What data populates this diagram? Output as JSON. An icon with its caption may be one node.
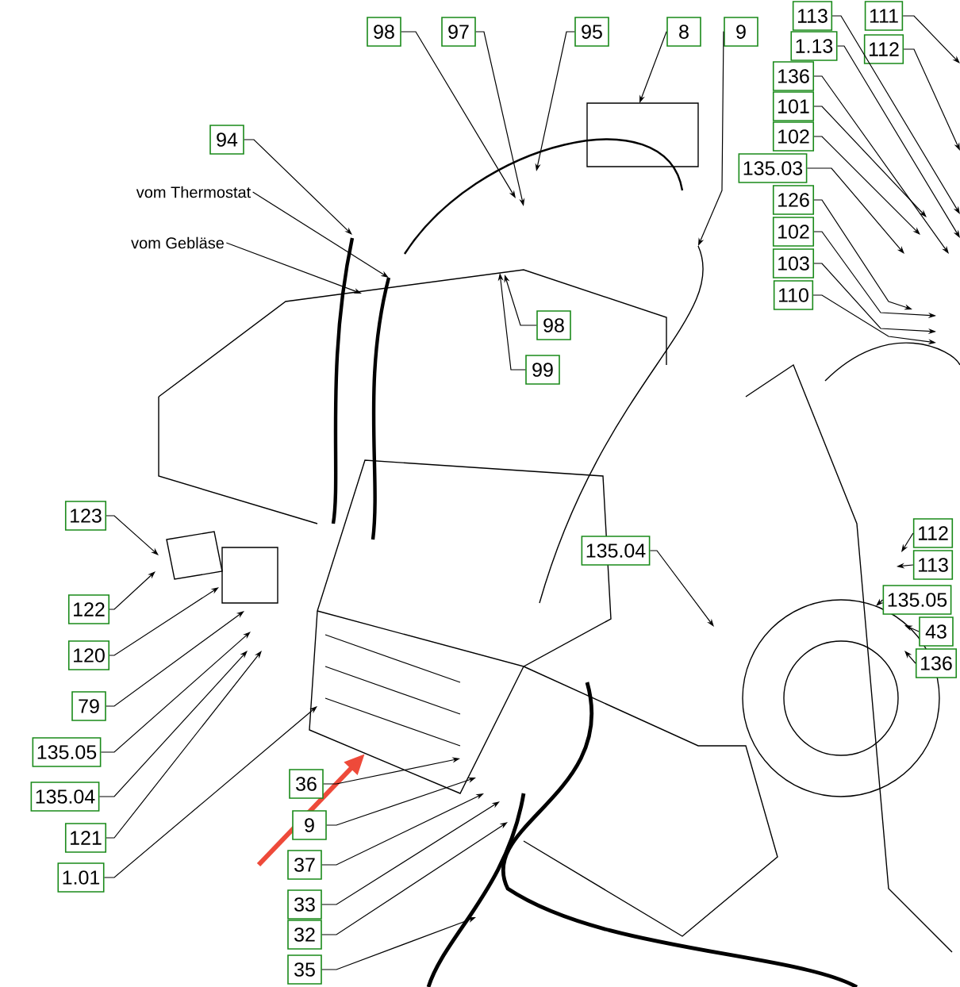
{
  "diagram": {
    "nodes": [
      {
        "text": [
          "98"
        ]
      },
      {
        "text": [
          "97"
        ]
      },
      {
        "text": [
          "95"
        ]
      },
      {
        "text": [
          "8"
        ]
      },
      {
        "text": [
          "9"
        ]
      },
      {
        "text": [
          "94"
        ]
      },
      {
        "text": [
          "vom Thermostat"
        ]
      },
      {
        "text": [
          "vom Gebläse"
        ]
      },
      {
        "text": [
          "98"
        ]
      },
      {
        "text": [
          "99"
        ]
      },
      {
        "text": [
          "113"
        ]
      },
      {
        "text": [
          "111"
        ]
      },
      {
        "text": [
          "1.13"
        ]
      },
      {
        "text": [
          "112"
        ]
      },
      {
        "text": [
          "136"
        ]
      },
      {
        "text": [
          "101"
        ]
      },
      {
        "text": [
          "102"
        ]
      },
      {
        "text": [
          "135.03"
        ]
      },
      {
        "text": [
          "126"
        ]
      },
      {
        "text": [
          "102"
        ]
      },
      {
        "text": [
          "103"
        ]
      },
      {
        "text": [
          "110"
        ]
      },
      {
        "text": [
          "135.04"
        ]
      },
      {
        "text": [
          "112"
        ]
      },
      {
        "text": [
          "113"
        ]
      },
      {
        "text": [
          "135.05"
        ]
      },
      {
        "text": [
          "43"
        ]
      },
      {
        "text": [
          "136"
        ]
      },
      {
        "text": [
          "123"
        ]
      },
      {
        "text": [
          "122"
        ]
      },
      {
        "text": [
          "120"
        ]
      },
      {
        "text": [
          "79"
        ]
      },
      {
        "text": [
          "135.05"
        ]
      },
      {
        "text": [
          "135.04"
        ]
      },
      {
        "text": [
          "121"
        ]
      },
      {
        "text": [
          "1.01"
        ]
      },
      {
        "text": [
          "36"
        ]
      },
      {
        "text": [
          "9"
        ]
      },
      {
        "text": [
          "37"
        ]
      },
      {
        "text": [
          "33"
        ]
      },
      {
        "text": [
          "32"
        ]
      },
      {
        "text": [
          "35"
        ]
      }
    ],
    "edges": [
      {
        "from": 0,
        "to": null,
        "arrow": "to"
      },
      {
        "from": 1,
        "to": null,
        "arrow": "to"
      },
      {
        "from": 2,
        "to": null,
        "arrow": "to"
      },
      {
        "from": 3,
        "to": null,
        "arrow": "to"
      },
      {
        "from": 4,
        "to": null,
        "arrow": "to"
      },
      {
        "from": 5,
        "to": null,
        "arrow": "to"
      },
      {
        "from": 6,
        "to": null,
        "arrow": "to"
      },
      {
        "from": 7,
        "to": null,
        "arrow": "to"
      },
      {
        "from": 8,
        "to": null,
        "arrow": "to"
      },
      {
        "from": 9,
        "to": null,
        "arrow": "to"
      },
      {
        "from": 10,
        "to": null,
        "arrow": "to"
      },
      {
        "from": 11,
        "to": null,
        "arrow": "to"
      },
      {
        "from": 12,
        "to": null,
        "arrow": "to"
      },
      {
        "from": 13,
        "to": null,
        "arrow": "to"
      },
      {
        "from": 14,
        "to": null,
        "arrow": "to"
      },
      {
        "from": 15,
        "to": null,
        "arrow": "to"
      },
      {
        "from": 16,
        "to": null,
        "arrow": "to"
      },
      {
        "from": 17,
        "to": null,
        "arrow": "to"
      },
      {
        "from": 18,
        "to": null,
        "arrow": "to"
      },
      {
        "from": 19,
        "to": null,
        "arrow": "to"
      },
      {
        "from": 20,
        "to": null,
        "arrow": "to"
      },
      {
        "from": 21,
        "to": null,
        "arrow": "to"
      },
      {
        "from": 22,
        "to": null,
        "arrow": "to"
      },
      {
        "from": 23,
        "to": null,
        "arrow": "to"
      },
      {
        "from": 24,
        "to": null,
        "arrow": "to"
      },
      {
        "from": 25,
        "to": null,
        "arrow": "to"
      },
      {
        "from": 26,
        "to": null,
        "arrow": "to"
      },
      {
        "from": 27,
        "to": null,
        "arrow": "to"
      },
      {
        "from": 28,
        "to": null,
        "arrow": "to"
      },
      {
        "from": 29,
        "to": null,
        "arrow": "to"
      },
      {
        "from": 30,
        "to": null,
        "arrow": "to"
      },
      {
        "from": 31,
        "to": null,
        "arrow": "to"
      },
      {
        "from": 32,
        "to": null,
        "arrow": "to"
      },
      {
        "from": 33,
        "to": null,
        "arrow": "to"
      },
      {
        "from": 34,
        "to": null,
        "arrow": "to"
      },
      {
        "from": 35,
        "to": null,
        "arrow": "to"
      },
      {
        "from": 36,
        "to": null,
        "arrow": "to"
      },
      {
        "from": 37,
        "to": null,
        "arrow": "to"
      },
      {
        "from": 38,
        "to": null,
        "arrow": "to"
      },
      {
        "from": 39,
        "to": null,
        "arrow": "to"
      },
      {
        "from": 40,
        "to": null,
        "arrow": "to"
      },
      {
        "from": 41,
        "to": null,
        "arrow": "to"
      }
    ]
  }
}
